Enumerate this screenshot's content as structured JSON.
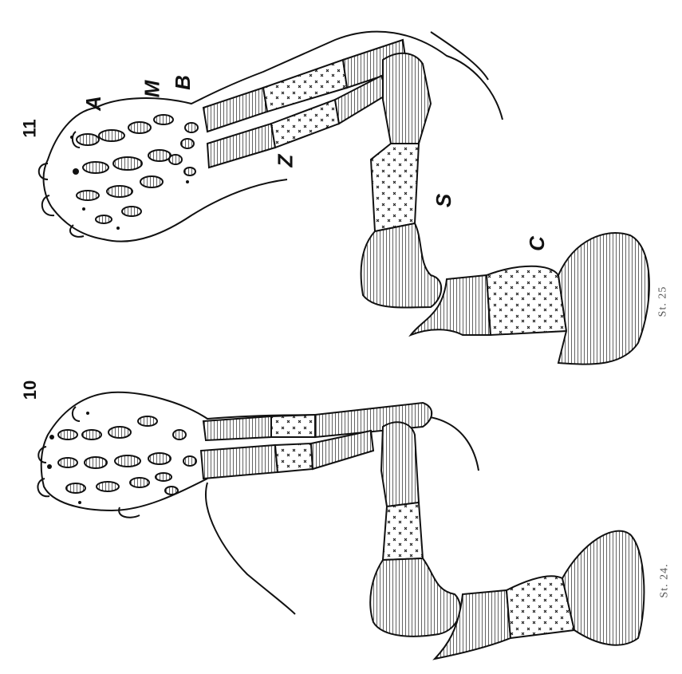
{
  "figure": {
    "panel_left": {
      "number": "10",
      "stage": "St. 24."
    },
    "panel_right": {
      "number": "11",
      "stage": "St. 25"
    },
    "labels": {
      "A": "A",
      "M": "M",
      "B": "B",
      "Z": "Z",
      "S": "S",
      "C": "C"
    }
  },
  "colors": {
    "ink": "#111111",
    "paper": "#ffffff",
    "faint": "#666666"
  }
}
